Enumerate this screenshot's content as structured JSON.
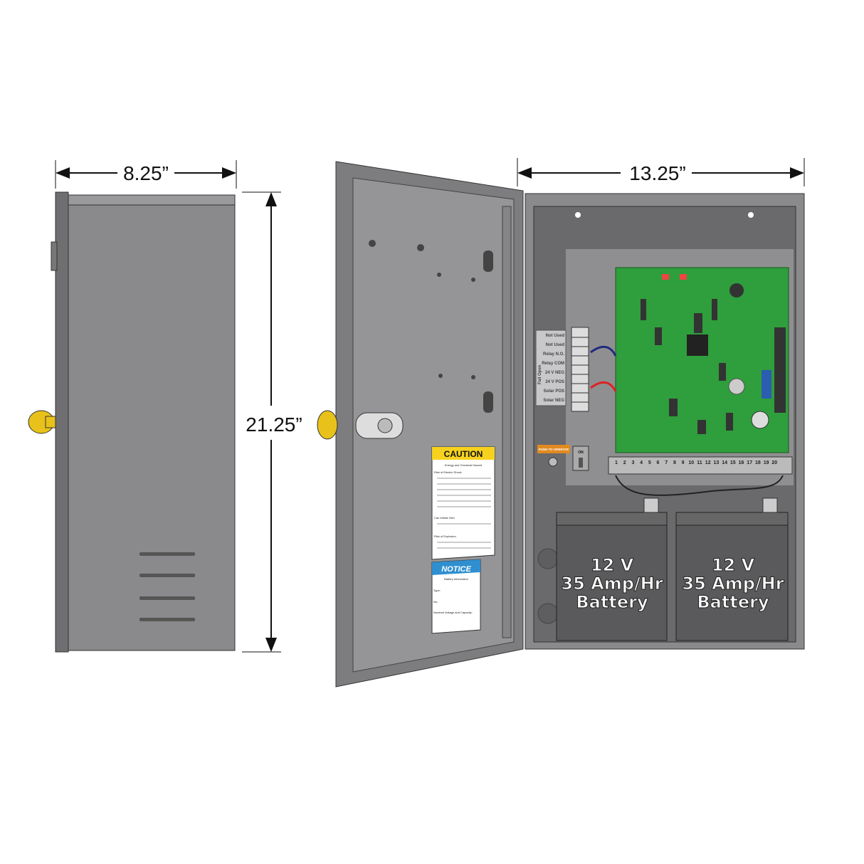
{
  "dimensions": {
    "width_side": "8.25”",
    "height": "21.25”",
    "width_front": "13.25”"
  },
  "terminal_labels": [
    "Not Used",
    "Not Used",
    "Relay N.O.",
    "Relay COM",
    "24 V NEG",
    "24 V POS",
    "Solar POS",
    "Solar NEG"
  ],
  "terminal_group_label": "Fail Open",
  "terminal_numbers": [
    "1",
    "2",
    "3",
    "4",
    "5",
    "6",
    "7",
    "8",
    "9",
    "10",
    "11",
    "12",
    "13",
    "14",
    "15",
    "16",
    "17",
    "18",
    "19",
    "20"
  ],
  "caution_label": {
    "title": "CAUTION",
    "subtitle": "Energy and Chemical Hazard",
    "sections": [
      "Risk of Electric Shock",
      "Can Irritate Skin",
      "Risk of Explosion"
    ]
  },
  "notice_label": {
    "title": "NOTICE",
    "subtitle": "Battery Information",
    "rows": [
      "Type:",
      "No.:",
      "Nominal Voltage and Capacity:"
    ]
  },
  "push_to_operate": "PUSH TO OPERATE",
  "switch_label": "ON",
  "batteries": [
    {
      "voltage": "12 V",
      "capacity": "35 Amp/Hr",
      "label": "Battery"
    },
    {
      "voltage": "12 V",
      "capacity": "35 Amp/Hr",
      "label": "Battery"
    }
  ],
  "colors": {
    "cabinet": "#8a8a8c",
    "interior": "#6a6a6c",
    "board": "#2f9e3c",
    "battery": "#5a5a5c",
    "key": "#e8c21a",
    "caution": "#f6d21e",
    "notice": "#2f8fd0"
  }
}
